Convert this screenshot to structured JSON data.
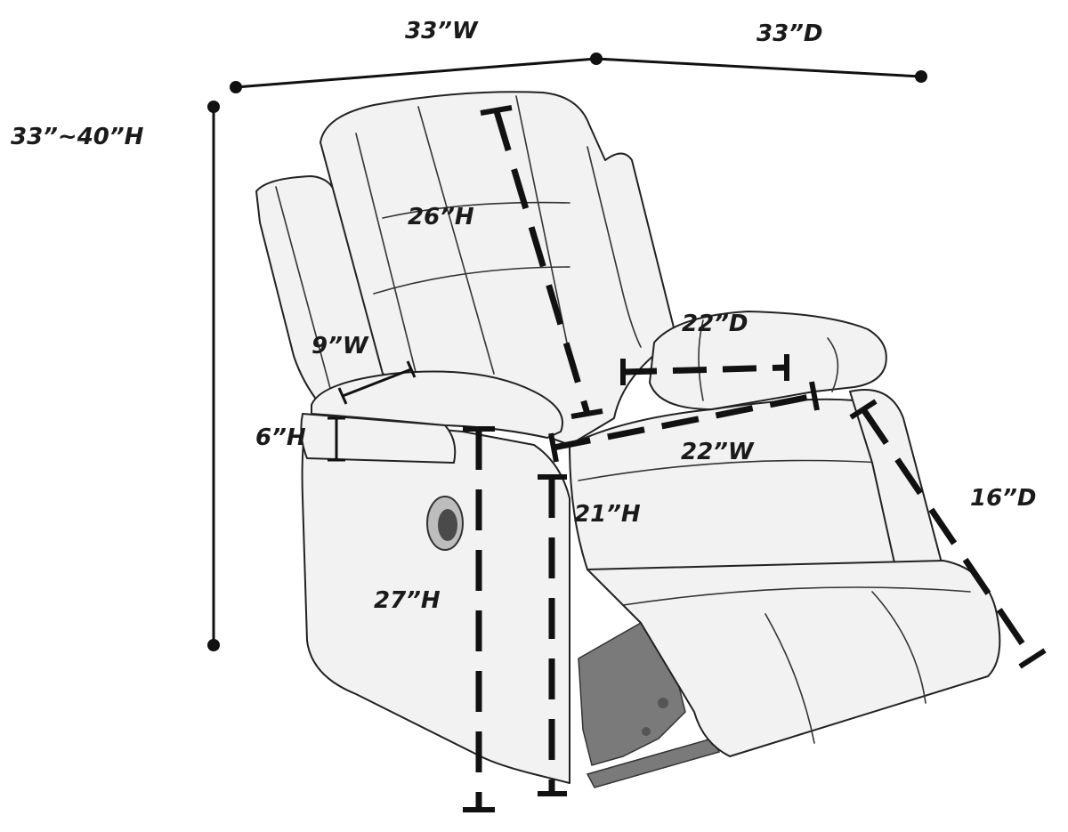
{
  "dimensions": {
    "overall_width": "33”W",
    "overall_depth": "33”D",
    "overall_height": "33”~40”H",
    "back_height": "26”H",
    "arm_width": "9”W",
    "arm_height": "6”H",
    "seat_depth": "22”D",
    "seat_width": "22”W",
    "seat_height": "21”H",
    "arm_floor_height": "27”H",
    "footrest_depth": "16”D"
  },
  "colors": {
    "upholstery": "#f2f2f2",
    "lines": "#111111",
    "mechanism": "#7a7a7a"
  }
}
